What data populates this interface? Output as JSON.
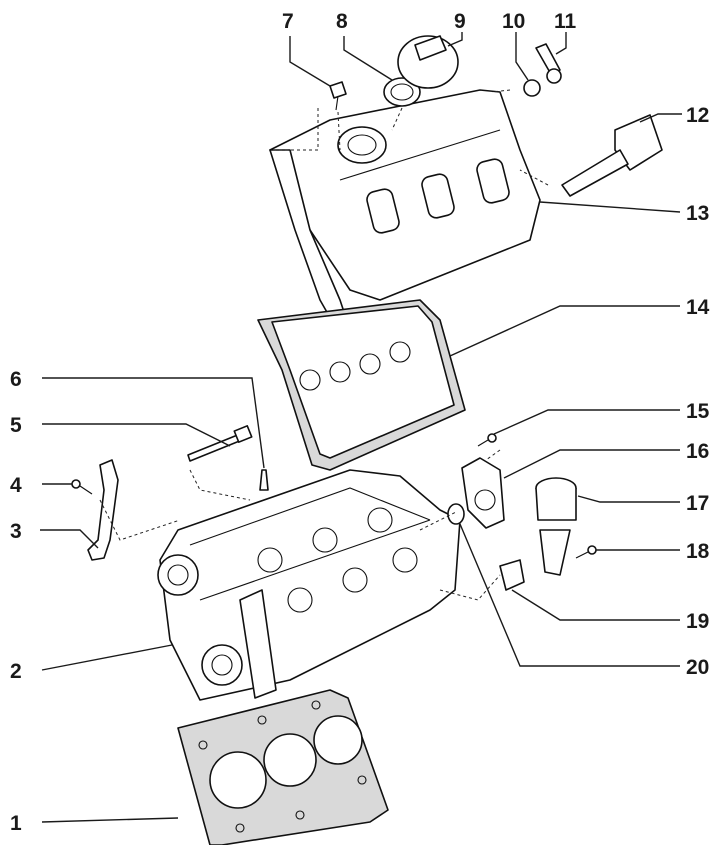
{
  "callouts": [
    {
      "id": "1",
      "label": "1"
    },
    {
      "id": "2",
      "label": "2"
    },
    {
      "id": "3",
      "label": "3"
    },
    {
      "id": "4",
      "label": "4"
    },
    {
      "id": "5",
      "label": "5"
    },
    {
      "id": "6",
      "label": "6"
    },
    {
      "id": "7",
      "label": "7"
    },
    {
      "id": "8",
      "label": "8"
    },
    {
      "id": "9",
      "label": "9"
    },
    {
      "id": "10",
      "label": "10"
    },
    {
      "id": "11",
      "label": "11"
    },
    {
      "id": "12",
      "label": "12"
    },
    {
      "id": "13",
      "label": "13"
    },
    {
      "id": "14",
      "label": "14"
    },
    {
      "id": "15",
      "label": "15"
    },
    {
      "id": "16",
      "label": "16"
    },
    {
      "id": "17",
      "label": "17"
    },
    {
      "id": "18",
      "label": "18"
    },
    {
      "id": "19",
      "label": "19"
    },
    {
      "id": "20",
      "label": "20"
    }
  ]
}
